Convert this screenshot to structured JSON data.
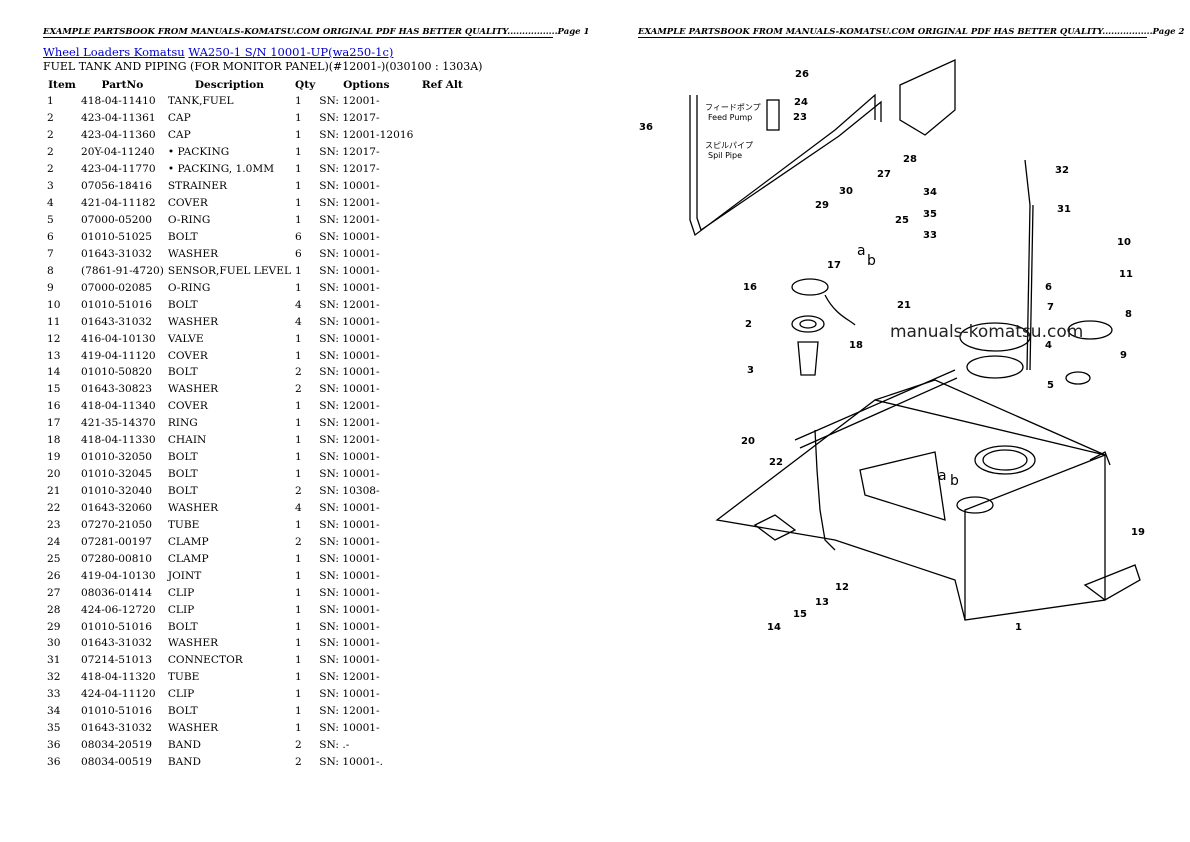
{
  "header": {
    "page1": "EXAMPLE PARTSBOOK FROM MANUALS-KOMATSU.COM ORIGINAL PDF HAS BETTER QUALITY.................Page 1",
    "page2": "EXAMPLE PARTSBOOK FROM MANUALS-KOMATSU.COM ORIGINAL PDF HAS BETTER QUALITY.................Page 2"
  },
  "breadcrumb": {
    "link1": "Wheel Loaders Komatsu",
    "link2": "WA250-1 S/N 10001-UP(wa250-1c)"
  },
  "subtitle": "FUEL TANK AND PIPING (FOR MONITOR PANEL)(#12001-)(030100 : 1303A)",
  "table": {
    "columns": [
      "Item",
      "PartNo",
      "Description",
      "Qty",
      "Options",
      "Ref Alt"
    ],
    "rows": [
      [
        "1",
        "418-04-11410",
        "TANK,FUEL",
        "1",
        "SN: 12001-",
        ""
      ],
      [
        "2",
        "423-04-11361",
        "CAP",
        "1",
        "SN: 12017-",
        ""
      ],
      [
        "2",
        "423-04-11360",
        "CAP",
        "1",
        "SN: 12001-12016",
        ""
      ],
      [
        "2",
        "20Y-04-11240",
        "• PACKING",
        "1",
        "SN: 12017-",
        ""
      ],
      [
        "2",
        "423-04-11770",
        "• PACKING, 1.0MM",
        "1",
        "SN: 12017-",
        ""
      ],
      [
        "3",
        "07056-18416",
        "STRAINER",
        "1",
        "SN: 10001-",
        ""
      ],
      [
        "4",
        "421-04-11182",
        "COVER",
        "1",
        "SN: 12001-",
        ""
      ],
      [
        "5",
        "07000-05200",
        "O-RING",
        "1",
        "SN: 12001-",
        ""
      ],
      [
        "6",
        "01010-51025",
        "BOLT",
        "6",
        "SN: 10001-",
        ""
      ],
      [
        "7",
        "01643-31032",
        "WASHER",
        "6",
        "SN: 10001-",
        ""
      ],
      [
        "8",
        "(7861-91-4720)",
        "SENSOR,FUEL LEVEL",
        "1",
        "SN: 10001-",
        ""
      ],
      [
        "9",
        "07000-02085",
        "O-RING",
        "1",
        "SN: 10001-",
        ""
      ],
      [
        "10",
        "01010-51016",
        "BOLT",
        "4",
        "SN: 12001-",
        ""
      ],
      [
        "11",
        "01643-31032",
        "WASHER",
        "4",
        "SN: 10001-",
        ""
      ],
      [
        "12",
        "416-04-10130",
        "VALVE",
        "1",
        "SN: 10001-",
        ""
      ],
      [
        "13",
        "419-04-11120",
        "COVER",
        "1",
        "SN: 10001-",
        ""
      ],
      [
        "14",
        "01010-50820",
        "BOLT",
        "2",
        "SN: 10001-",
        ""
      ],
      [
        "15",
        "01643-30823",
        "WASHER",
        "2",
        "SN: 10001-",
        ""
      ],
      [
        "16",
        "418-04-11340",
        "COVER",
        "1",
        "SN: 12001-",
        ""
      ],
      [
        "17",
        "421-35-14370",
        "RING",
        "1",
        "SN: 12001-",
        ""
      ],
      [
        "18",
        "418-04-11330",
        "CHAIN",
        "1",
        "SN: 12001-",
        ""
      ],
      [
        "19",
        "01010-32050",
        "BOLT",
        "1",
        "SN: 10001-",
        ""
      ],
      [
        "20",
        "01010-32045",
        "BOLT",
        "1",
        "SN: 10001-",
        ""
      ],
      [
        "21",
        "01010-32040",
        "BOLT",
        "2",
        "SN: 10308-",
        ""
      ],
      [
        "22",
        "01643-32060",
        "WASHER",
        "4",
        "SN: 10001-",
        ""
      ],
      [
        "23",
        "07270-21050",
        "TUBE",
        "1",
        "SN: 10001-",
        ""
      ],
      [
        "24",
        "07281-00197",
        "CLAMP",
        "2",
        "SN: 10001-",
        ""
      ],
      [
        "25",
        "07280-00810",
        "CLAMP",
        "1",
        "SN: 10001-",
        ""
      ],
      [
        "26",
        "419-04-10130",
        "JOINT",
        "1",
        "SN: 10001-",
        ""
      ],
      [
        "27",
        "08036-01414",
        "CLIP",
        "1",
        "SN: 10001-",
        ""
      ],
      [
        "28",
        "424-06-12720",
        "CLIP",
        "1",
        "SN: 10001-",
        ""
      ],
      [
        "29",
        "01010-51016",
        "BOLT",
        "1",
        "SN: 10001-",
        ""
      ],
      [
        "30",
        "01643-31032",
        "WASHER",
        "1",
        "SN: 10001-",
        ""
      ],
      [
        "31",
        "07214-51013",
        "CONNECTOR",
        "1",
        "SN: 10001-",
        ""
      ],
      [
        "32",
        "418-04-11320",
        "TUBE",
        "1",
        "SN: 12001-",
        ""
      ],
      [
        "33",
        "424-04-11120",
        "CLIP",
        "1",
        "SN: 10001-",
        ""
      ],
      [
        "34",
        "01010-51016",
        "BOLT",
        "1",
        "SN: 12001-",
        ""
      ],
      [
        "35",
        "01643-31032",
        "WASHER",
        "1",
        "SN: 10001-",
        ""
      ],
      [
        "36",
        "08034-20519",
        "BAND",
        "2",
        "SN: .-",
        ""
      ],
      [
        "36",
        "08034-00519",
        "BAND",
        "2",
        "SN: 10001-.",
        ""
      ]
    ]
  },
  "diagram": {
    "watermark": "manuals-komatsu.com",
    "feed_pump_jp": "フィードポンプ",
    "feed_pump": "Feed Pump",
    "spill_pipe_jp": "スピルパイプ",
    "spill_pipe": "Spil Pipe",
    "letter_a": "a",
    "letter_b": "b",
    "callouts": [
      "1",
      "2",
      "3",
      "4",
      "5",
      "6",
      "7",
      "8",
      "9",
      "10",
      "11",
      "12",
      "13",
      "14",
      "15",
      "16",
      "17",
      "18",
      "19",
      "20",
      "21",
      "22",
      "23",
      "24",
      "25",
      "26",
      "27",
      "28",
      "29",
      "30",
      "31",
      "32",
      "33",
      "34",
      "35",
      "36"
    ]
  }
}
